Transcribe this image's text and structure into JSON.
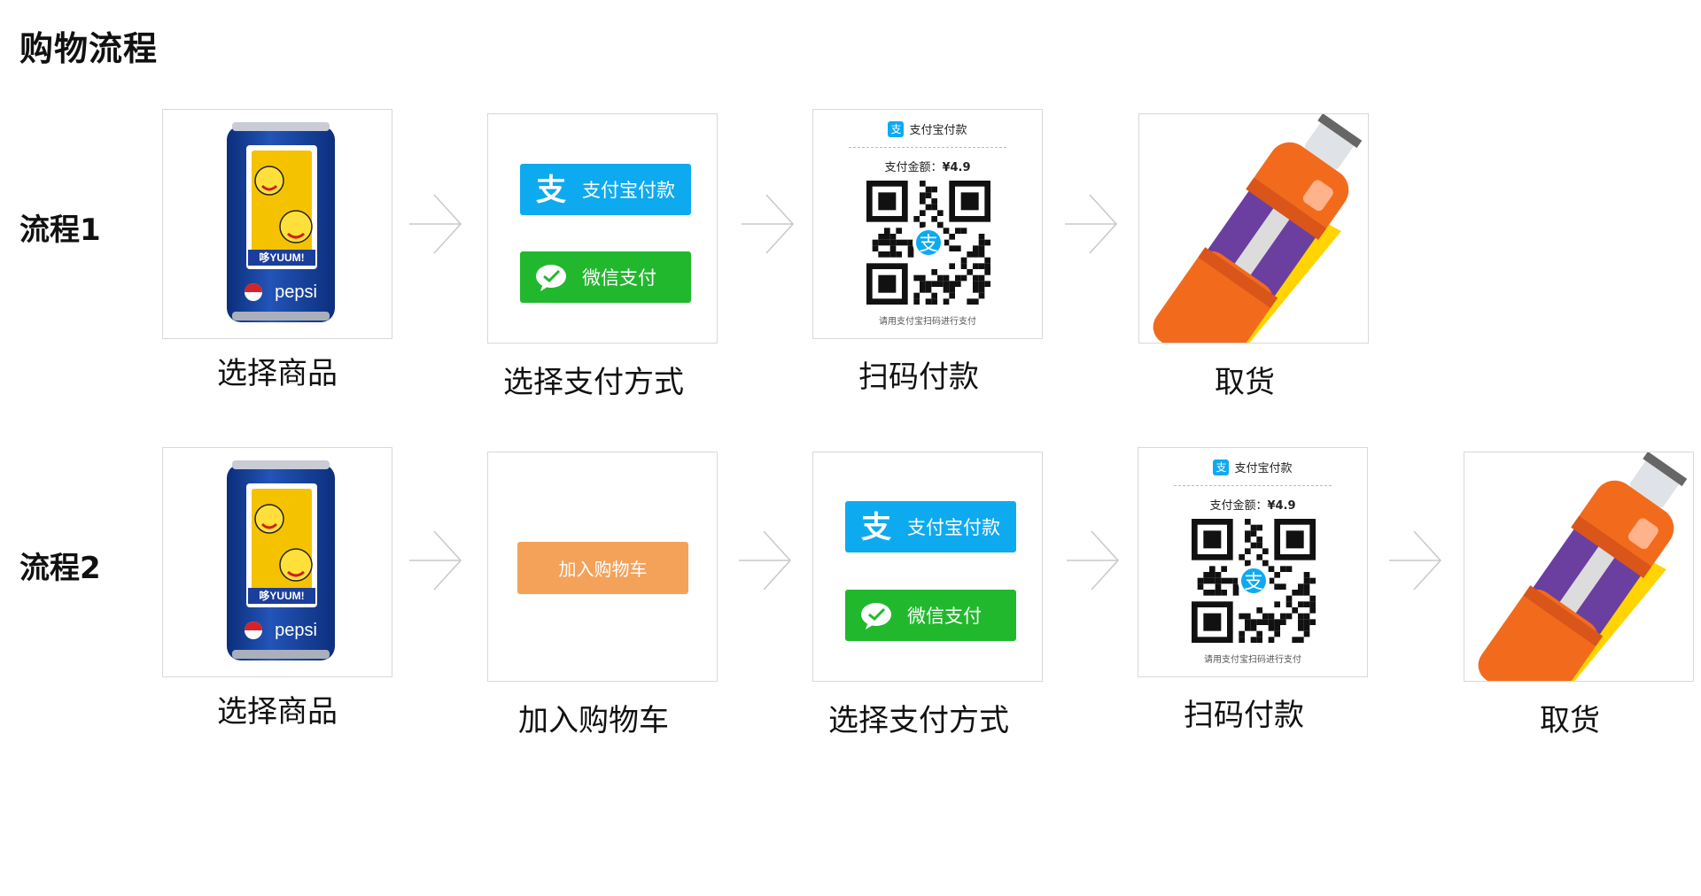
{
  "page_title": "购物流程",
  "rows": [
    {
      "label": "流程1",
      "steps": [
        {
          "kind": "product",
          "label": "选择商品",
          "can_brand": "pepsi",
          "can_slogan": "哆YUUM!"
        },
        {
          "kind": "payment",
          "label": "选择支付方式",
          "alipay_label": "支付宝付款",
          "wechat_label": "微信支付"
        },
        {
          "kind": "qrcode",
          "label": "扫码付款",
          "header": "支付宝付款",
          "amount_label": "支付金额：",
          "amount": "¥4.9",
          "hint": "请用支付宝扫码进行支付"
        },
        {
          "kind": "pickup",
          "label": "取货"
        }
      ]
    },
    {
      "label": "流程2",
      "steps": [
        {
          "kind": "product",
          "label": "选择商品",
          "can_brand": "pepsi",
          "can_slogan": "哆YUUM!"
        },
        {
          "kind": "cart",
          "label": "加入购物车",
          "cart_button": "加入购物车"
        },
        {
          "kind": "payment",
          "label": "选择支付方式",
          "alipay_label": "支付宝付款",
          "wechat_label": "微信支付"
        },
        {
          "kind": "qrcode",
          "label": "扫码付款",
          "header": "支付宝付款",
          "amount_label": "支付金额：",
          "amount": "¥4.9",
          "hint": "请用支付宝扫码进行支付"
        },
        {
          "kind": "pickup",
          "label": "取货"
        }
      ]
    }
  ],
  "colors": {
    "alipay": "#0eaaf0",
    "wechat": "#22b82e",
    "cart": "#f4a25a",
    "bottle_orange": "#f26b1d",
    "bottle_purple": "#6b3fa0",
    "stripe_yellow": "#ffd400"
  },
  "icons": [
    "alipay-logo-icon",
    "wechat-logo-icon",
    "arrow-right-icon",
    "qr-code-icon",
    "pepsi-can-icon",
    "bottle-icon"
  ]
}
